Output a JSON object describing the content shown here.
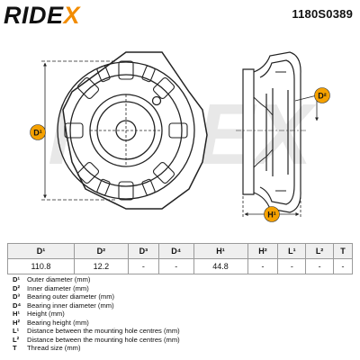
{
  "brand": {
    "name": "RIDEX",
    "accent": "#f28c00"
  },
  "part_number": "1180S0389",
  "watermark": "RIDEX",
  "dimension_labels": {
    "d1": "D¹",
    "d2": "D²",
    "h1": "H¹"
  },
  "table": {
    "headers": [
      "D¹",
      "D²",
      "D³",
      "D⁴",
      "H¹",
      "H²",
      "L¹",
      "L²",
      "T"
    ],
    "values": [
      "110.8",
      "12.2",
      "-",
      "-",
      "44.8",
      "-",
      "-",
      "-",
      "-"
    ]
  },
  "legend": [
    {
      "key": "D¹",
      "text": "Outer diameter (mm)"
    },
    {
      "key": "D²",
      "text": "Inner diameter (mm)"
    },
    {
      "key": "D³",
      "text": "Bearing outer diameter (mm)"
    },
    {
      "key": "D⁴",
      "text": "Bearing inner diameter (mm)"
    },
    {
      "key": "H¹",
      "text": "Height (mm)"
    },
    {
      "key": "H²",
      "text": "Bearing height (mm)"
    },
    {
      "key": "L¹",
      "text": "Distance between the mounting hole centres (mm)"
    },
    {
      "key": "L²",
      "text": "Distance between the mounting hole centres (mm)"
    },
    {
      "key": "T",
      "text": "Thread size (mm)"
    }
  ]
}
